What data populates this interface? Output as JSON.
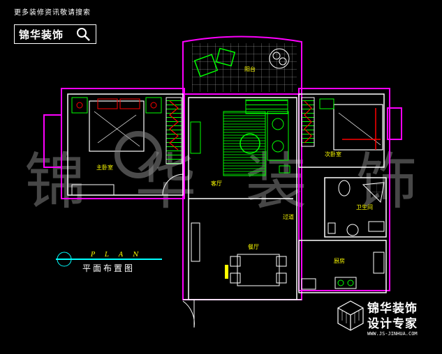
{
  "header": {
    "tagline": "更多装修资讯敬请搜索",
    "brand": "锦华装饰"
  },
  "watermark": [
    "锦",
    "华",
    "装",
    "饰"
  ],
  "rooms": {
    "balcony": "阳台",
    "master_bedroom": "主卧室",
    "second_bedroom": "次卧室",
    "living_room": "客厅",
    "aisle": "过道",
    "bathroom": "卫生间",
    "dining_room": "餐厅",
    "kitchen": "厨房"
  },
  "plan_legend": {
    "word": "PLAN",
    "title": "平面布置图"
  },
  "logo": {
    "line1": "锦华装饰",
    "line2": "设计专家",
    "url": "WWW.JS-JINHUA.COM"
  },
  "colors": {
    "background": "#000000",
    "outer_wall": "#ff00ff",
    "inner_wall": "#ffffff",
    "furniture": "#00ff00",
    "accent": "#ff0000",
    "label": "#ffff00",
    "legend_line": "#00ffff"
  }
}
